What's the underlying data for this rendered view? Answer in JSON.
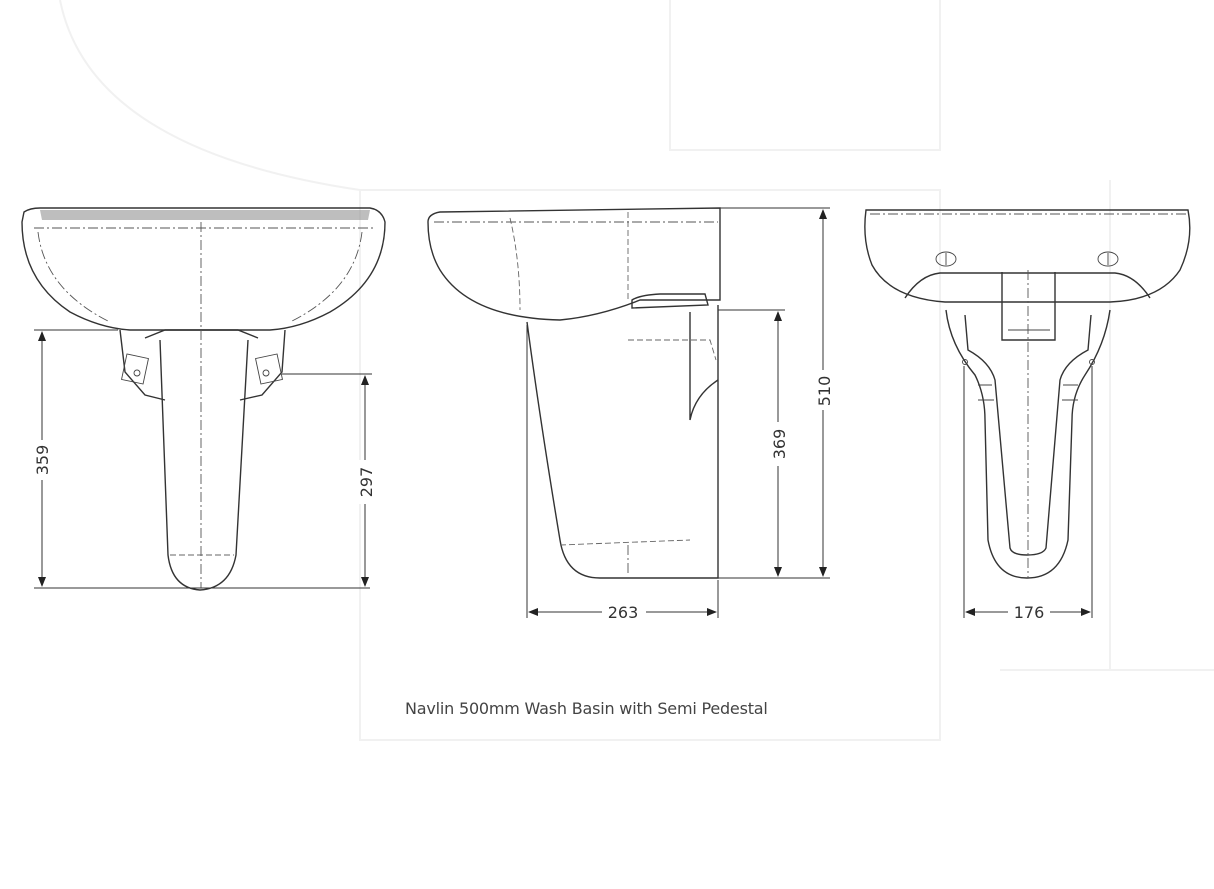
{
  "caption": "Navlin 500mm Wash Basin with Semi Pedestal",
  "dimensions": {
    "front_total_height": "359",
    "front_bracket_height": "297",
    "side_total_height": "510",
    "side_pedestal_height": "369",
    "side_depth": "263",
    "back_pedestal_width": "176"
  },
  "colors": {
    "line": "#333333",
    "background": "#ffffff"
  }
}
